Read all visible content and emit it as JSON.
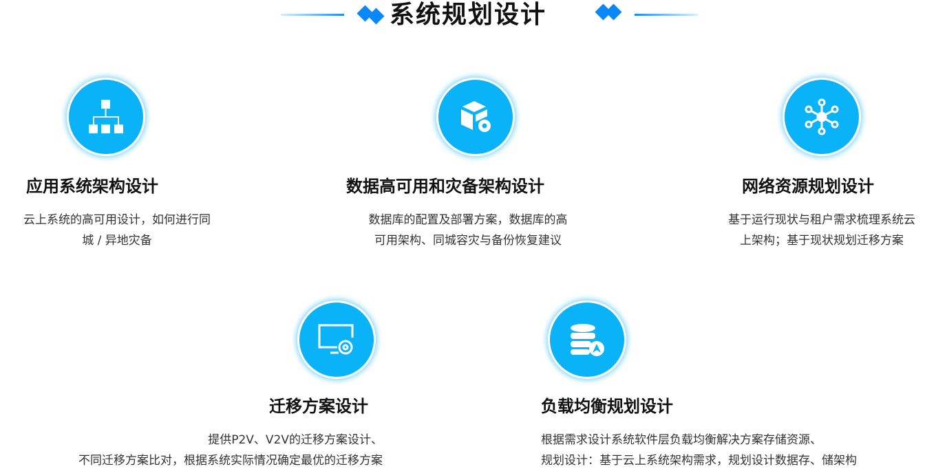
{
  "header": {
    "title": "系统规划设计"
  },
  "colors": {
    "accent": "#0ab3f7",
    "diamond": "#0a88f7"
  },
  "items": [
    {
      "icon": "hierarchy-icon",
      "title": "应用系统架构设计",
      "desc": [
        "云上系统的高可用设计，如何进行同",
        "城 / 异地灾备"
      ]
    },
    {
      "icon": "cube-gear-icon",
      "title": "数据高可用和灾备架构设计",
      "desc": [
        "数据库的配置及部署方案，数据库的高",
        "可用架构、同城容灾与备份恢复建议"
      ]
    },
    {
      "icon": "network-icon",
      "title": "网络资源规划设计",
      "desc": [
        "基于运行现状与租户需求梳理系统云",
        "上架构；基于现状规划迁移方案"
      ]
    },
    {
      "icon": "monitor-gear-icon",
      "title": "迁移方案设计",
      "desc": [
        "提供P2V、V2V的迁移方案设计、",
        "不同迁移方案比对，根据系统实际情况确定最优的迁移方案"
      ]
    },
    {
      "icon": "database-balance-icon",
      "title": "负载均衡规划设计",
      "desc": [
        "根据需求设计系统软件层负载均衡解决方案存储资源、",
        "规划设计：基于云上系统架构需求，规划设计数据存、储架构"
      ]
    }
  ]
}
